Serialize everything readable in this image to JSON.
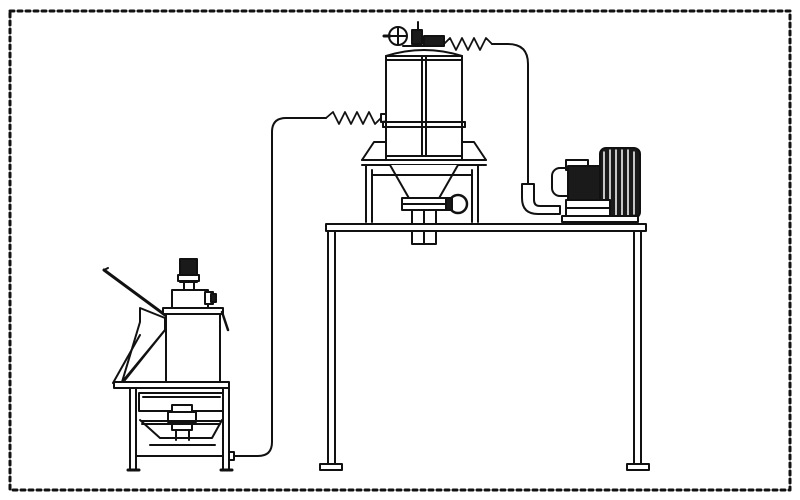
{
  "diagram": {
    "colors": {
      "line": "#111111",
      "background": "#ffffff",
      "dark_fill": "#1a1a1a",
      "light_fill": "#ffffff"
    },
    "components": [
      "dashed-frame",
      "feeding-station",
      "conveying-hose",
      "vacuum-receiver",
      "support-frame",
      "vacuum-blower",
      "blower-duct"
    ]
  }
}
